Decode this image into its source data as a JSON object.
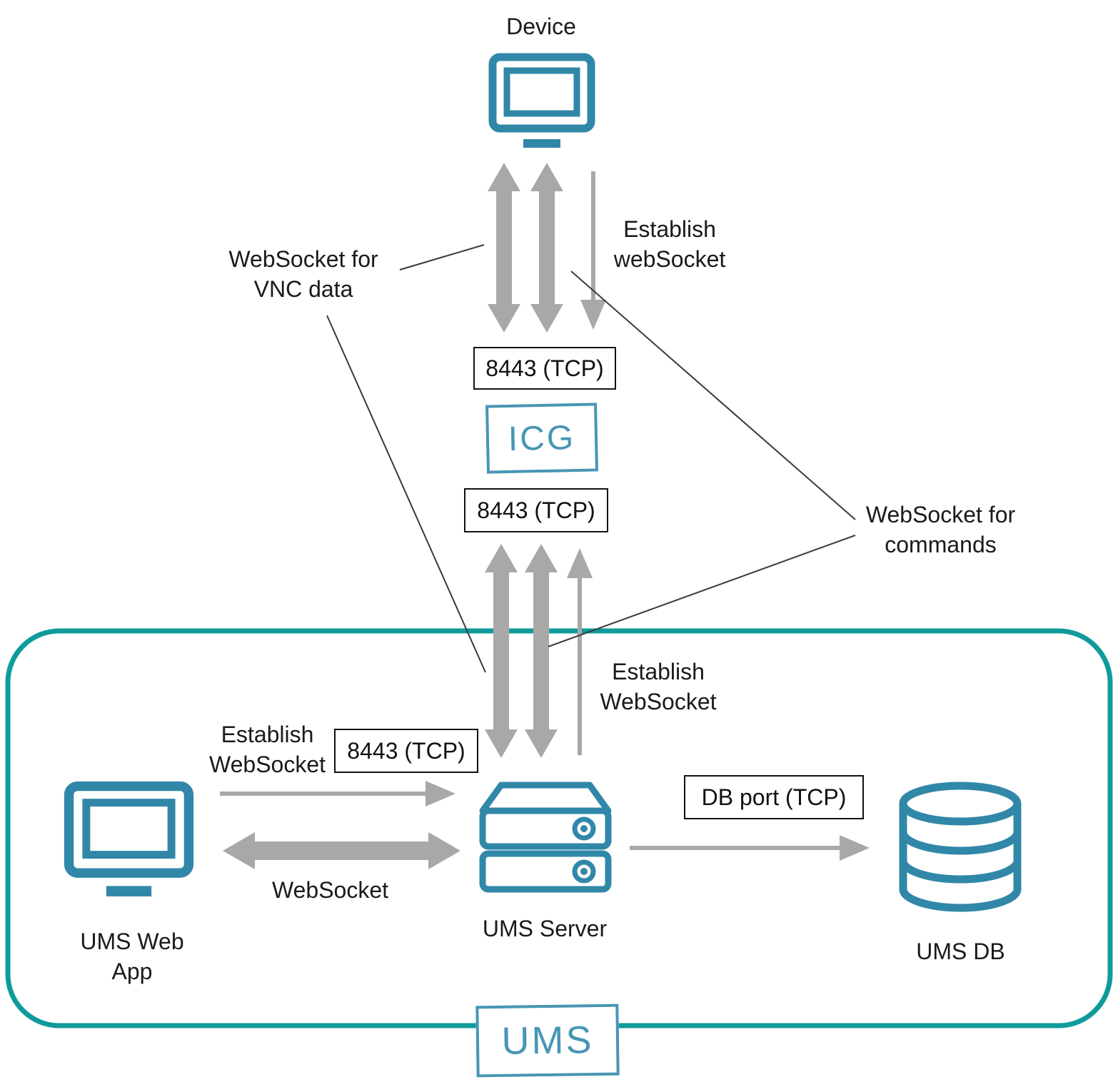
{
  "diagram": {
    "nodes": {
      "device": {
        "label": "Device"
      },
      "icg": {
        "label": "ICG"
      },
      "ums_server": {
        "label": "UMS Server"
      },
      "ums_web_app": {
        "label": "UMS Web\nApp"
      },
      "ums_db": {
        "label": "UMS DB"
      },
      "ums_group": {
        "label": "UMS"
      }
    },
    "ports": {
      "device_icg": "8443 (TCP)",
      "icg_server": "8443 (TCP)",
      "webapp_server": "8443 (TCP)",
      "server_db": "DB port (TCP)"
    },
    "annotations": {
      "websocket_vnc": "WebSocket for\nVNC data",
      "establish_websocket_device": "Establish\nwebSocket",
      "websocket_commands": "WebSocket for\ncommands",
      "establish_websocket_server": "Establish\nWebSocket",
      "establish_websocket_webapp": "Establish\nWebSocket",
      "websocket_webapp": "WebSocket"
    },
    "colors": {
      "icon_teal": "#3187a8",
      "label_box_teal": "#4796b4",
      "group_border_teal": "#0f9b9b",
      "arrow_gray": "#a8a8a8",
      "leader_line": "#3a3a3a",
      "text": "#1a1a1a"
    }
  }
}
